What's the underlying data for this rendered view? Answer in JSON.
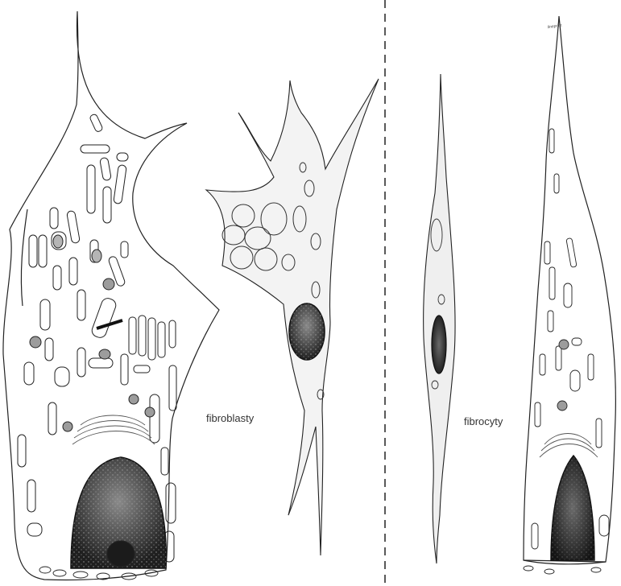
{
  "labels": {
    "fibroblasty": "fibroblasty",
    "fibrocyty": "fibrocyty",
    "scale_mark": "lineprint"
  },
  "colors": {
    "ink": "#222222",
    "shade_light": "#d9d9d9",
    "shade_dark": "#3a3a3a",
    "background": "#ffffff"
  }
}
